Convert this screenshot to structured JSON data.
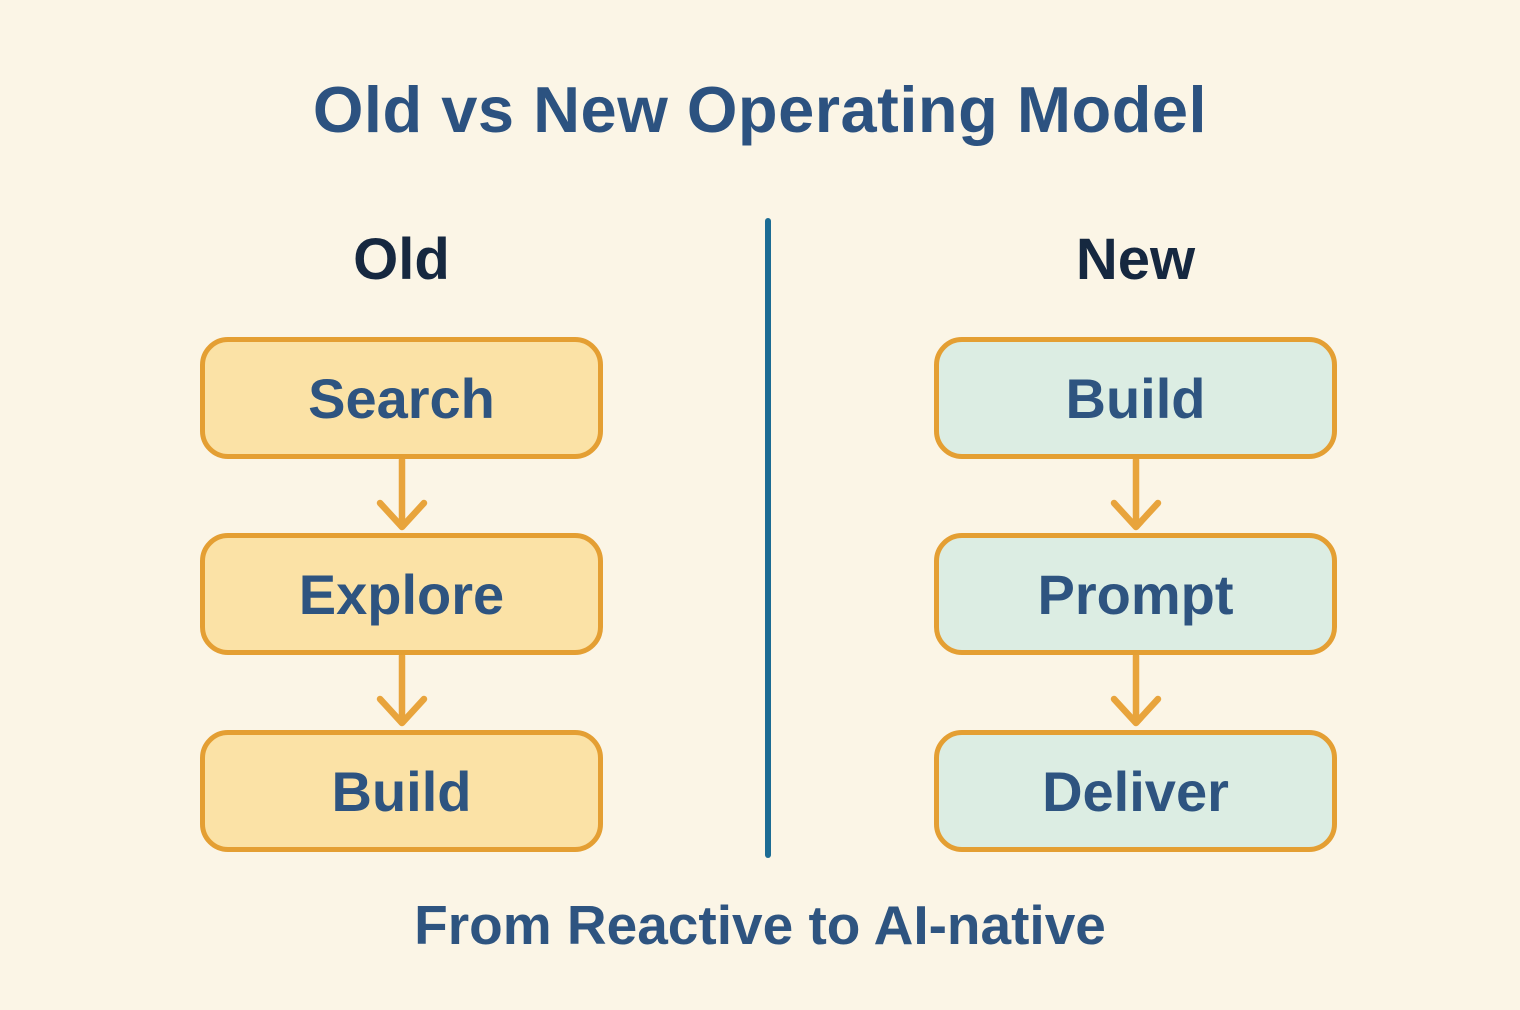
{
  "title": "Old vs New Operating Model",
  "caption": "From Reactive to AI-native",
  "columns": [
    {
      "header": "Old",
      "style": "old",
      "steps": [
        "Search",
        "Explore",
        "Build"
      ]
    },
    {
      "header": "New",
      "style": "new",
      "steps": [
        "Build",
        "Prompt",
        "Deliver"
      ]
    }
  ],
  "colors": {
    "bg": "#FBF5E6",
    "title": "#2C5280",
    "header": "#162840",
    "box-text": "#2E5480",
    "caption": "#2E5480",
    "divider": "#1C6C94",
    "arrow": "#E8A43C",
    "box-border": "#E49F33",
    "old-fill": "#FBE2A6",
    "new-fill": "#DCEDE3"
  }
}
